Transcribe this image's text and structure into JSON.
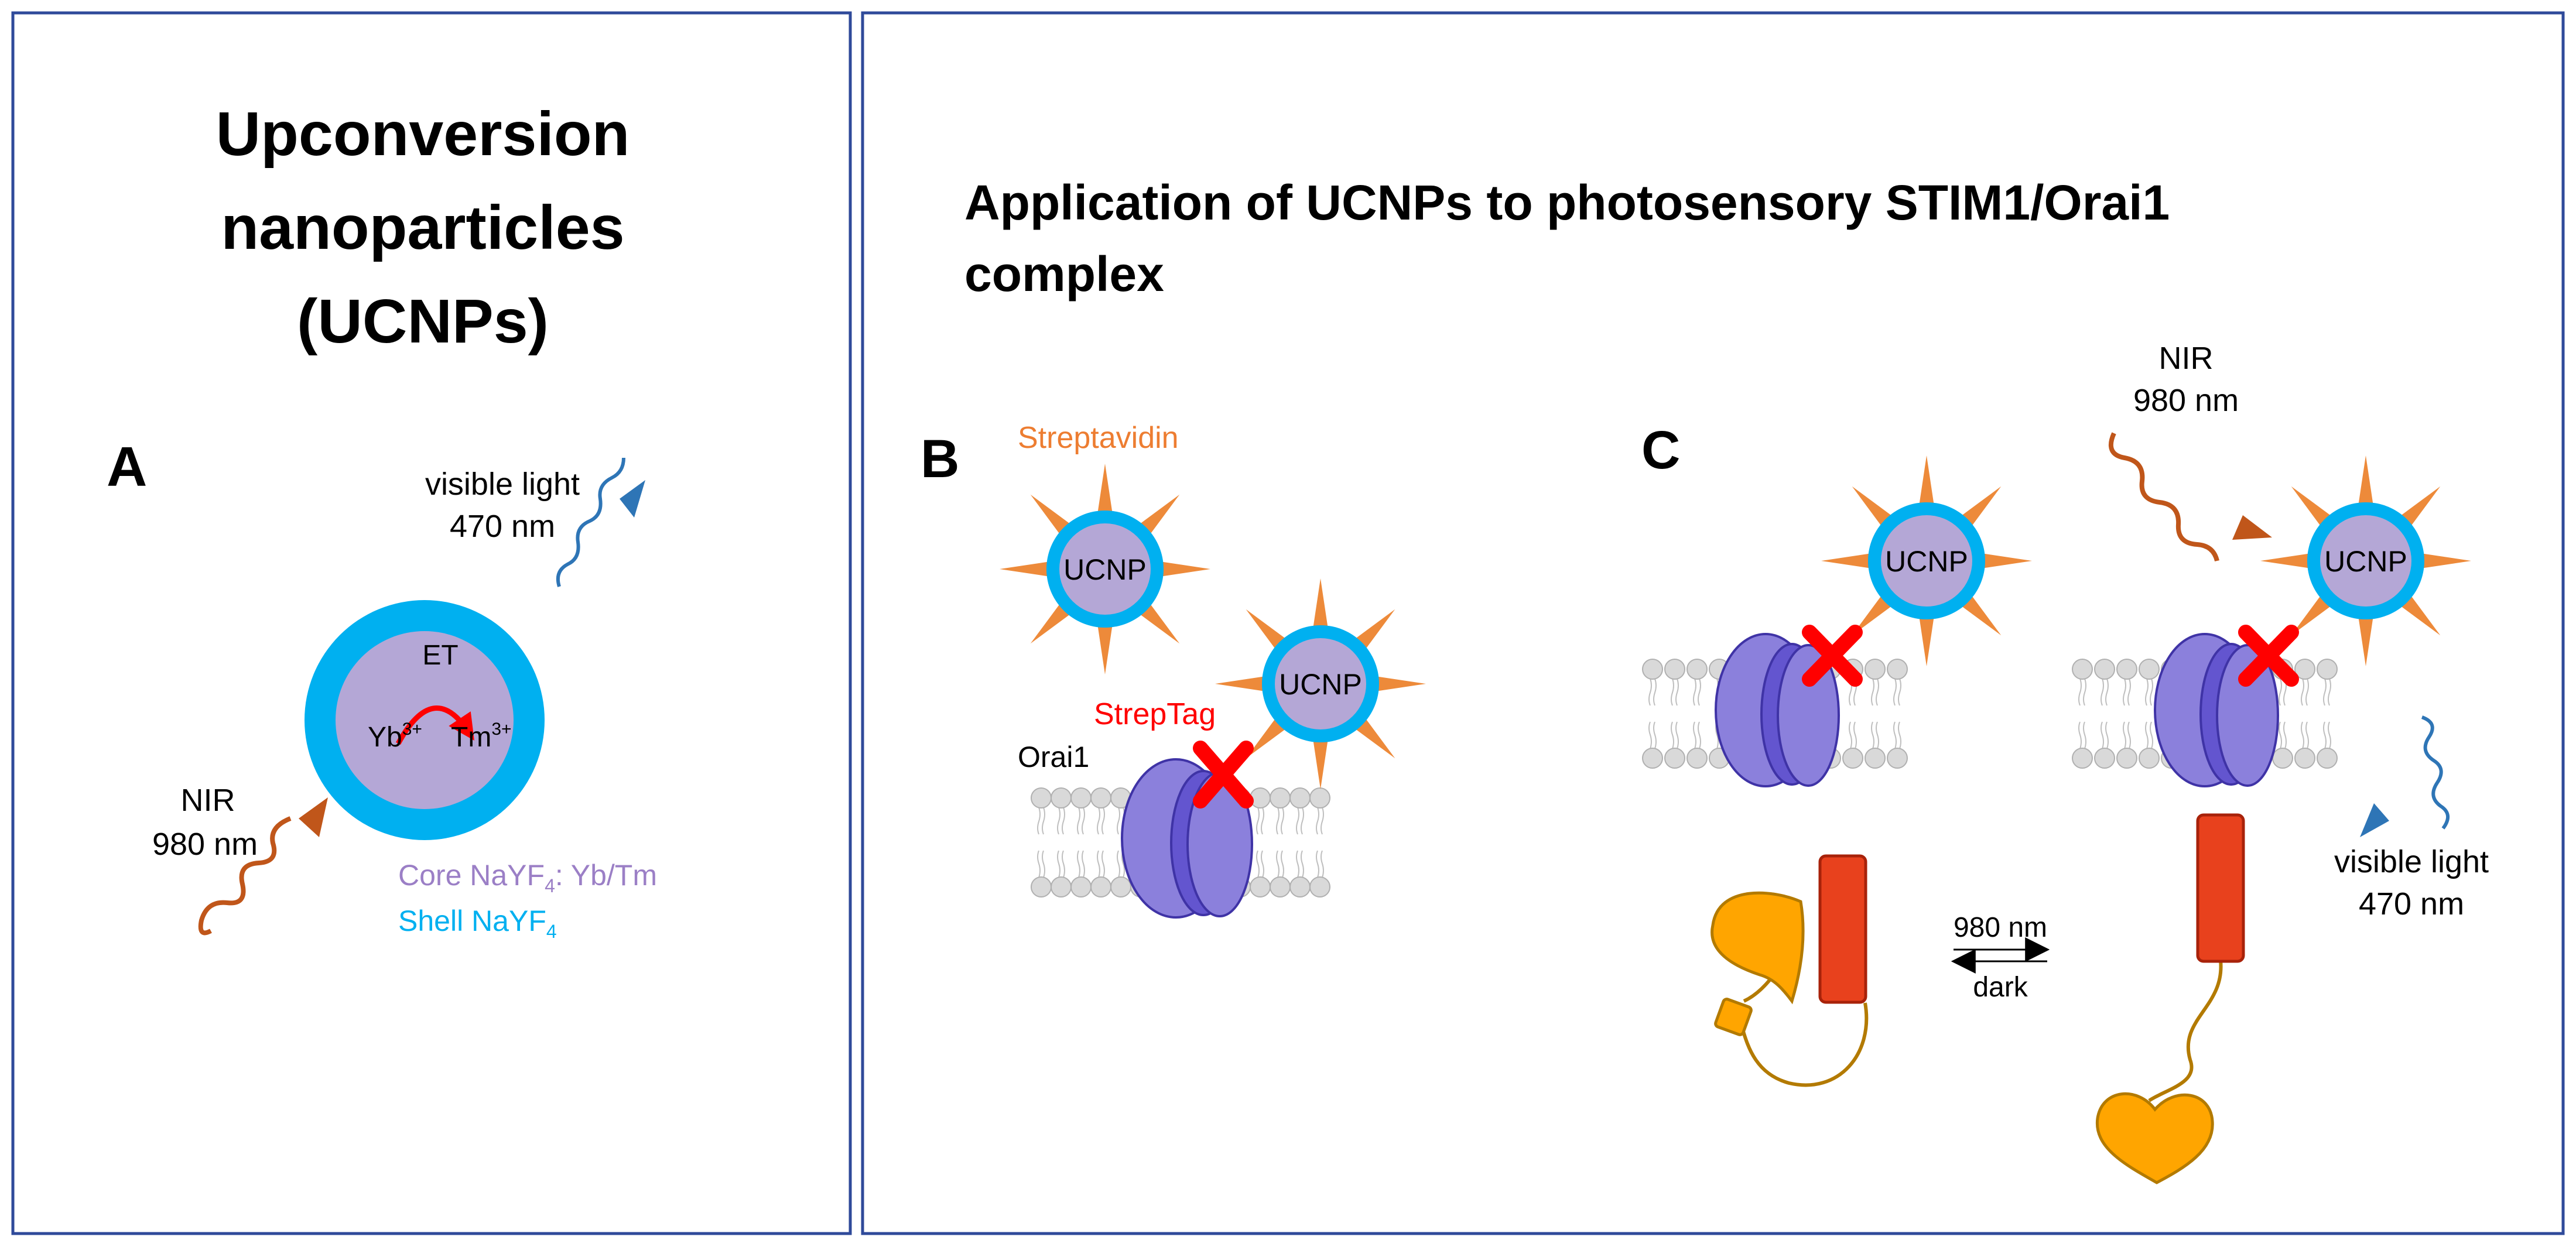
{
  "panel_a": {
    "title_line1": "Upconversion",
    "title_line2": "nanoparticles",
    "title_line3": "(UCNPs)",
    "letter": "A",
    "visible_line1": "visible light",
    "visible_line2": "470 nm",
    "nir_line1": "NIR",
    "nir_line2": "980 nm",
    "et": "ET",
    "yb": "Yb",
    "yb_sup": "3+",
    "tm": "Tm",
    "tm_sup": "3+",
    "core_prefix": "Core NaYF",
    "core_sub": "4",
    "core_suffix": ": Yb/Tm",
    "shell_prefix": "Shell NaYF",
    "shell_sub": "4"
  },
  "panel_bc": {
    "title_line1": "Application of UCNPs to photosensory STIM1/Orai1",
    "title_line2": "complex"
  },
  "panel_b": {
    "letter": "B",
    "streptavidin": "Streptavidin",
    "streptag": "StrepTag",
    "orai1": "Orai1",
    "ucnp": "UCNP"
  },
  "panel_c": {
    "letter": "C",
    "ucnp": "UCNP",
    "nir_line1": "NIR",
    "nir_line2": "980 nm",
    "visible_line1": "visible light",
    "visible_line2": "470 nm",
    "forward": "980 nm",
    "reverse": "dark"
  },
  "colors": {
    "frame": "#2f4a9a",
    "shell": "#00b0f0",
    "core": "#b4a7d6",
    "spike": "#ed8a3a",
    "protein_light": "#8b80dc",
    "protein_dark": "#6355cf",
    "protein_edge": "#3f33a6",
    "cross": "#ff0000",
    "nir_wave": "#c0561a",
    "vis_wave": "#2e75b6",
    "streptavidin_text": "#ed7d31",
    "streptag_text": "#ff0000",
    "core_text": "#9b7fc6",
    "shell_text": "#00b0f0",
    "lov": "#e8411d",
    "heart": "#ffa500",
    "heart_edge": "#b37a00",
    "lipid": "#d9d9d9"
  },
  "icons": [
    "ucnp-nanoparticle",
    "streptavidin-spikes",
    "orai1-channel",
    "strep-tag-cross",
    "lipid-bilayer",
    "wavy-arrow",
    "heart-domain",
    "lov-domain"
  ]
}
